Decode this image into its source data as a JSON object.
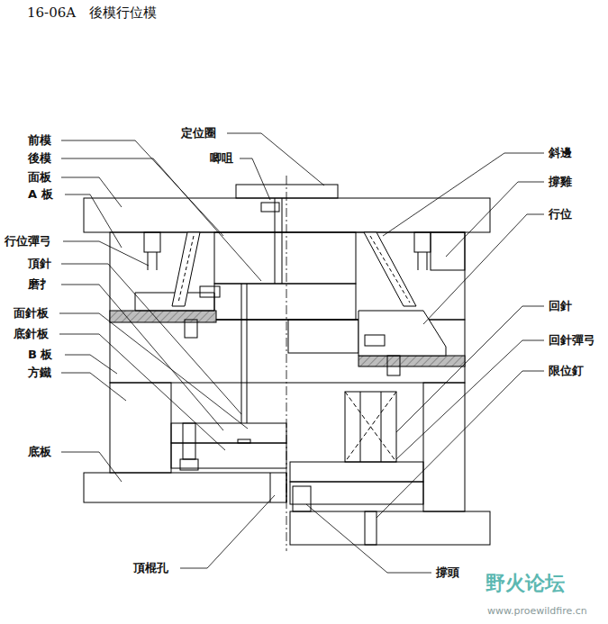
{
  "diagram": {
    "title": "16-06A　後模行位模",
    "labels": [
      "前模",
      "後模",
      "面板",
      "A 板",
      "行位彈弓",
      "頂針",
      "磨扌",
      "面針板",
      "底針板",
      "B 板",
      "方鐵",
      "底板",
      "定位圈",
      "唧咀",
      "頂棍孔",
      "斜邊",
      "撐雞",
      "行位",
      "回針",
      "回針彈弓",
      "限位釘",
      "撐頭",
      "野火论坛",
      "www.proewildfire.cn"
    ]
  }
}
